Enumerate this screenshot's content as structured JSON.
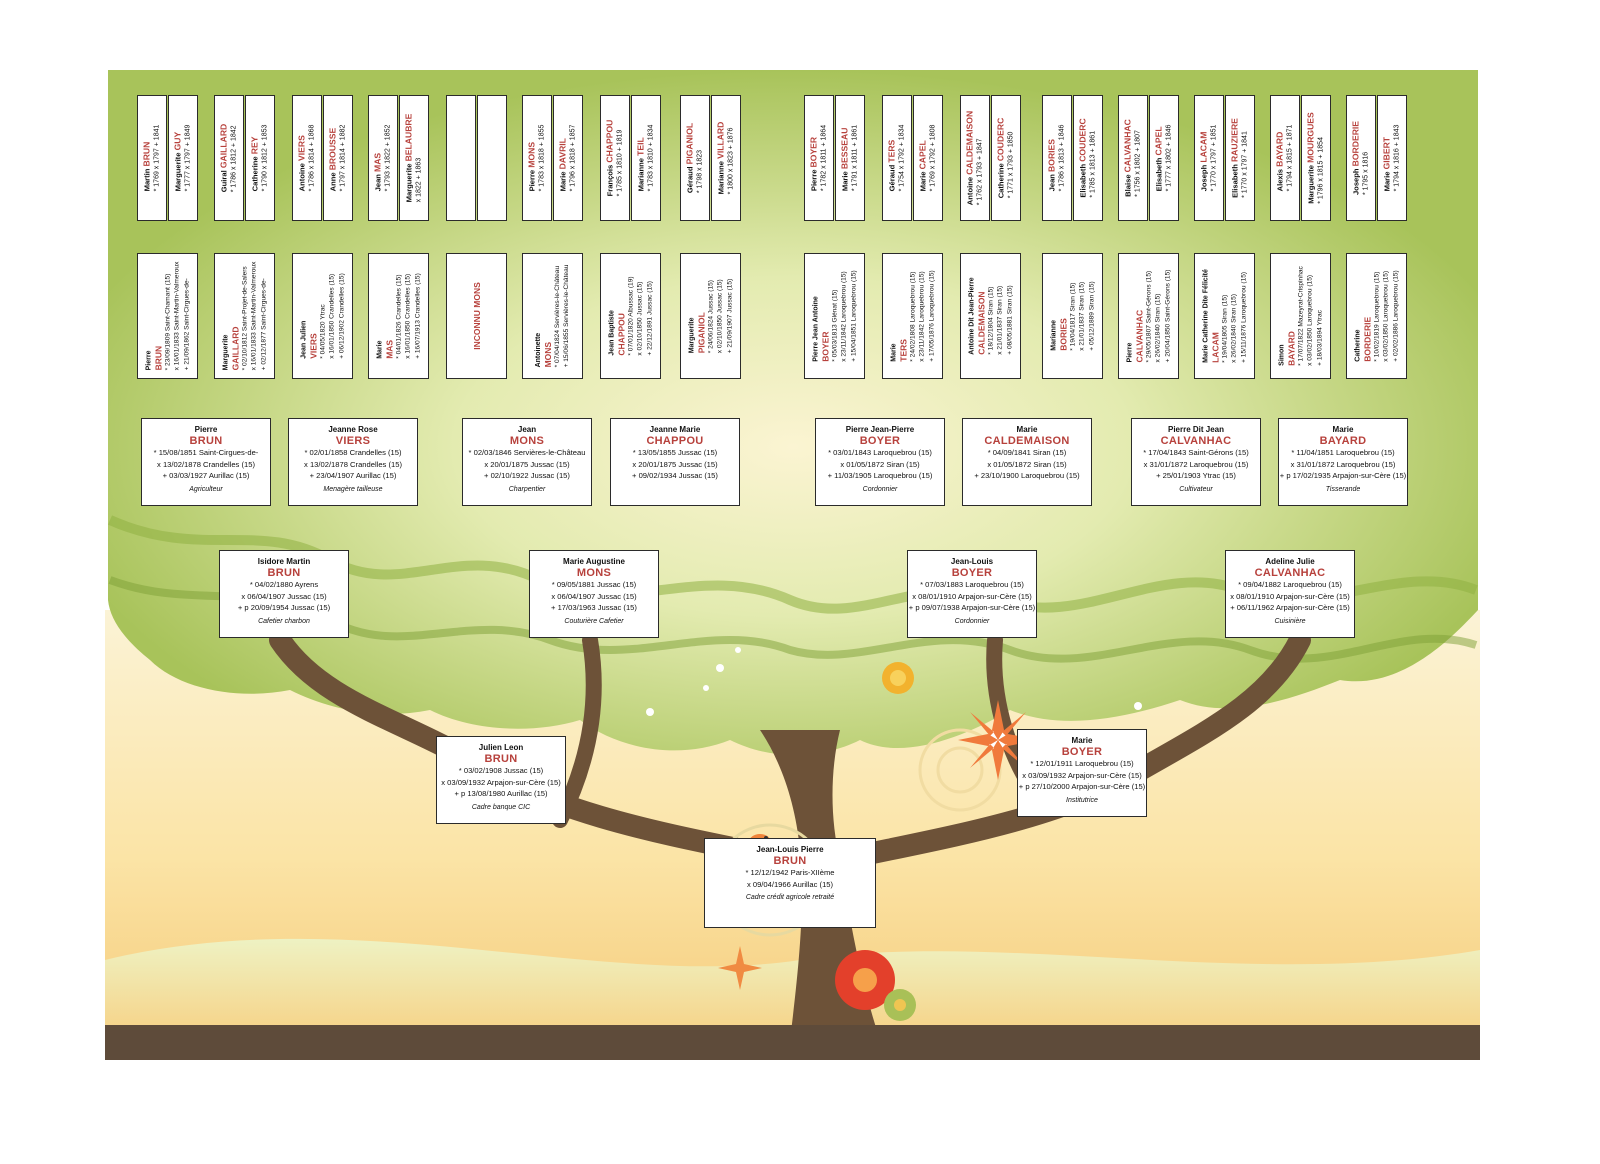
{
  "gen0": [
    {
      "first": "Jean-Louis Pierre",
      "surname": "BRUN",
      "events": [
        "* 12/12/1942 Paris-XIIème",
        "x 09/04/1966 Aurillac (15)"
      ],
      "job": "Cadre crédit agricole retraité"
    }
  ],
  "gen1": [
    {
      "first": "Julien Leon",
      "surname": "BRUN",
      "events": [
        "* 03/02/1908 Jussac (15)",
        "x 03/09/1932 Arpajon-sur-Cère (15)",
        "+ p 13/08/1980 Aurillac (15)"
      ],
      "job": "Cadre banque CIC"
    },
    {
      "first": "Marie",
      "surname": "BOYER",
      "events": [
        "* 12/01/1911 Laroquebrou (15)",
        "x 03/09/1932 Arpajon-sur-Cère (15)",
        "+ p 27/10/2000 Arpajon-sur-Cère (15)"
      ],
      "job": "Institutrice"
    }
  ],
  "gen2": [
    {
      "first": "Isidore Martin",
      "surname": "BRUN",
      "events": [
        "* 04/02/1880 Ayrens",
        "x 06/04/1907 Jussac (15)",
        "+ p 20/09/1954 Jussac (15)"
      ],
      "job": "Cafetier charbon"
    },
    {
      "first": "Marie Augustine",
      "surname": "MONS",
      "events": [
        "* 09/05/1881 Jussac (15)",
        "x 06/04/1907 Jussac (15)",
        "+ 17/03/1963 Jussac (15)"
      ],
      "job": "Couturière Cafetier"
    },
    {
      "first": "Jean-Louis",
      "surname": "BOYER",
      "events": [
        "* 07/03/1883 Laroquebrou (15)",
        "x 08/01/1910 Arpajon-sur-Cère (15)",
        "+ p 09/07/1938 Arpajon-sur-Cère (15)"
      ],
      "job": "Cordonnier"
    },
    {
      "first": "Adeline Julie",
      "surname": "CALVANHAC",
      "events": [
        "* 09/04/1882 Laroquebrou (15)",
        "x 08/01/1910 Arpajon-sur-Cère (15)",
        "+ 06/11/1962 Arpajon-sur-Cère (15)"
      ],
      "job": "Cuisinière"
    }
  ],
  "gen3": [
    {
      "first": "Pierre",
      "surname": "BRUN",
      "events": [
        "* 15/08/1851 Saint-Cirgues-de-",
        "x 13/02/1878 Crandelles (15)",
        "+ 03/03/1927 Aurillac (15)"
      ],
      "job": "Agriculteur"
    },
    {
      "first": "Jeanne Rose",
      "surname": "VIERS",
      "events": [
        "* 02/01/1858 Crandelles (15)",
        "x 13/02/1878 Crandelles (15)",
        "+ 23/04/1907 Aurillac (15)"
      ],
      "job": "Menagère tailleuse"
    },
    {
      "first": "Jean",
      "surname": "MONS",
      "events": [
        "* 02/03/1846 Servières-le-Château",
        "x 20/01/1875 Jussac (15)",
        "+ 02/10/1922 Jussac (15)"
      ],
      "job": "Charpentier"
    },
    {
      "first": "Jeanne Marie",
      "surname": "CHAPPOU",
      "events": [
        "* 13/05/1855 Jussac (15)",
        "x 20/01/1875 Jussac (15)",
        "+ 09/02/1934 Jussac (15)"
      ],
      "job": ""
    },
    {
      "first": "Pierre Jean-Pierre",
      "surname": "BOYER",
      "events": [
        "* 03/01/1843 Laroquebrou (15)",
        "x 01/05/1872 Siran (15)",
        "+ 11/03/1905 Laroquebrou (15)"
      ],
      "job": "Cordonnier"
    },
    {
      "first": "Marie",
      "surname": "CALDEMAISON",
      "events": [
        "* 04/09/1841 Siran (15)",
        "x 01/05/1872 Siran (15)",
        "+ 23/10/1900 Laroquebrou (15)"
      ],
      "job": ""
    },
    {
      "first": "Pierre Dit Jean",
      "surname": "CALVANHAC",
      "events": [
        "* 17/04/1843 Saint-Gérons (15)",
        "x 31/01/1872 Laroquebrou (15)",
        "+ 25/01/1903 Ytrac (15)"
      ],
      "job": "Cultivateur"
    },
    {
      "first": "Marie",
      "surname": "BAYARD",
      "events": [
        "* 11/04/1851 Laroquebrou (15)",
        "x 31/01/1872 Laroquebrou (15)",
        "+ p 17/02/1935 Arpajon-sur-Cère (15)"
      ],
      "job": "Tisserande"
    }
  ],
  "gen4": [
    {
      "first": "Pierre",
      "surname": "BRUN",
      "events": [
        "* 23/09/1809 Saint-Chamant (15)",
        "x 16/01/1833 Saint-Martin-Valmeroux",
        "+ 21/09/1862 Saint-Cirgues-de-"
      ]
    },
    {
      "first": "Marguerite",
      "surname": "GAILLARD",
      "events": [
        "* 02/10/1812 Saint-Projet-de-Salers",
        "x 16/01/1833 Saint-Martin-Valmeroux",
        "+ 02/12/1877 Saint-Cirgues-de-"
      ]
    },
    {
      "first": "Jean Julien",
      "surname": "VIERS",
      "events": [
        "* 04/05/1820 Ytrac",
        "x 16/01/1850 Crandelles (15)",
        "+ 06/12/1902 Crandelles (15)"
      ]
    },
    {
      "first": "Marie",
      "surname": "MAS",
      "events": [
        "* 04/01/1826 Crandelles (15)",
        "x 16/01/1850 Crandelles (15)",
        "+ 16/07/1913 Crandelles (15)"
      ]
    },
    {
      "unknown": "INCONNU MONS"
    },
    {
      "first": "Antoinette",
      "surname": "MONS",
      "events": [
        "* 07/04/1824 Servières-le-Château",
        "",
        "+ 15/06/1855 Servières-le-Château"
      ]
    },
    {
      "first": "Jean Baptiste",
      "surname": "CHAPPOU",
      "events": [
        "* 07/01/1820 Albussac (19)",
        "x 02/10/1850 Jussac (15)",
        "+ 22/12/1891 Jussac (15)"
      ]
    },
    {
      "first": "Marguerite",
      "surname": "PIGANIOL",
      "events": [
        "* 24/06/1824 Jussac (15)",
        "x 02/10/1850 Jussac (15)",
        "+ 21/09/1907 Jussac (15)"
      ]
    },
    {
      "first": "Pierre Jean Antoine",
      "surname": "BOYER",
      "events": [
        "* 05/03/1813 Glénat (15)",
        "x 23/11/1842 Laroquebrou (15)",
        "+ 15/04/1851 Laroquebrou (15)"
      ]
    },
    {
      "first": "Marie",
      "surname": "TERS",
      "events": [
        "* 24/02/1808 Laroquebrou (15)",
        "x 23/11/1842 Laroquebrou (15)",
        "+ 17/05/1876 Laroquebrou (15)"
      ]
    },
    {
      "first": "Antoine Dit Jean-Pierre",
      "surname": "CALDEMAISON",
      "events": [
        "* 18/12/1804 Siran (15)",
        "x 21/01/1837 Siran (15)",
        "+ 08/05/1881 Siran (15)"
      ]
    },
    {
      "first": "Marianne",
      "surname": "BORIES",
      "events": [
        "* 19/04/1817 Siran (15)",
        "x 21/01/1837 Siran (15)",
        "+ 05/12/1889 Siran (15)"
      ]
    },
    {
      "first": "Pierre",
      "surname": "CALVANHAC",
      "events": [
        "* 29/05/1807 Saint-Gérons (15)",
        "x 26/02/1840 Siran (15)",
        "+ 20/04/1850 Saint-Gérons (15)"
      ]
    },
    {
      "first": "Marie Catherine Dite Félicité",
      "surname": "LACAM",
      "events": [
        "* 19/04/1805 Siran (15)",
        "x 26/02/1840 Siran (15)",
        "+ 15/11/1876 Laroquebrou (15)"
      ]
    },
    {
      "first": "Simon",
      "surname": "BAYARD",
      "events": [
        "* 17/07/1822 Mazeyrat-Crispinhac",
        "x 03/02/1850 Laroquebrou (15)",
        "+ 18/03/1894 Ytrac"
      ]
    },
    {
      "first": "Catherine",
      "surname": "BORDERIE",
      "events": [
        "* 10/02/1819 Laroquebrou (15)",
        "x 03/02/1850 Laroquebrou (15)",
        "+ 02/02/1886 Laroquebrou (15)"
      ]
    }
  ],
  "gen5": [
    {
      "first": "Martin",
      "surname": "BRUN",
      "dates": "* 1769 x 1797 + 1841"
    },
    {
      "first": "Marguerite",
      "surname": "GUY",
      "dates": "* 1777 x 1797 + 1849"
    },
    {
      "first": "Guiral",
      "surname": "GAILLARD",
      "dates": "* 1786 x 1812 + 1842"
    },
    {
      "first": "Catherine",
      "surname": "REY",
      "dates": "* 1790 x 1812 + 1853"
    },
    {
      "first": "Antoine",
      "surname": "VIERS",
      "dates": "* 1786 x 1814 + 1868"
    },
    {
      "first": "Anne",
      "surname": "BROUSSE",
      "dates": "* 1797 x 1814 + 1882"
    },
    {
      "first": "Jean",
      "surname": "MAS",
      "dates": "* 1793 x 1822 + 1852"
    },
    {
      "first": "Marguerite",
      "surname": "BELAUBRE",
      "dates": "x 1822 + 1863"
    },
    {
      "first": "",
      "surname": "",
      "dates": ""
    },
    {
      "first": "",
      "surname": "",
      "dates": ""
    },
    {
      "first": "Pierre",
      "surname": "MONS",
      "dates": "* 1783 x 1818 + 1855"
    },
    {
      "first": "Marie",
      "surname": "DAVRIL",
      "dates": "* 1796 x 1818 + 1857"
    },
    {
      "first": "François",
      "surname": "CHAPPOU",
      "dates": "* 1785 x 1810 + 1819"
    },
    {
      "first": "Marianne",
      "surname": "TEIL",
      "dates": "* 1783 x 1810 + 1834"
    },
    {
      "first": "Géraud",
      "surname": "PIGANIOL",
      "dates": "* 1798 x 1823"
    },
    {
      "first": "Marianne",
      "surname": "VILLARD",
      "dates": "* 1800 x 1823 + 1876"
    },
    {
      "first": "Pierre",
      "surname": "BOYER",
      "dates": "* 1782 x 1811 + 1864"
    },
    {
      "first": "Marie",
      "surname": "BESSEAU",
      "dates": "* 1791 x 1811 + 1861"
    },
    {
      "first": "Géraud",
      "surname": "TERS",
      "dates": "* 1754 x 1792 + 1834"
    },
    {
      "first": "Marie",
      "surname": "CAPEL",
      "dates": "* 1769 x 1792 + 1808"
    },
    {
      "first": "Antoine",
      "surname": "CALDEMAISON",
      "dates": "* 1762 x 1793 + 1847"
    },
    {
      "first": "Catherine",
      "surname": "COUDERC",
      "dates": "* 1771 x 1793 + 1850"
    },
    {
      "first": "Jean",
      "surname": "BORIES",
      "dates": "* 1786 x 1813 + 1846"
    },
    {
      "first": "Elisabeth",
      "surname": "COUDERC",
      "dates": "* 1785 x 1813 + 1861"
    },
    {
      "first": "Blaise",
      "surname": "CALVANHAC",
      "dates": "* 1756 x 1802 + 1807"
    },
    {
      "first": "Elisabeth",
      "surname": "CAPEL",
      "dates": "* 1777 x 1802 + 1846"
    },
    {
      "first": "Joseph",
      "surname": "LACAM",
      "dates": "* 1770 x 1797 + 1851"
    },
    {
      "first": "Elisabeth",
      "surname": "RAUZIERE",
      "dates": "* 1770 x 1797 + 1841"
    },
    {
      "first": "Alexis",
      "surname": "BAYARD",
      "dates": "* 1794 x 1815 + 1871"
    },
    {
      "first": "Marguerite",
      "surname": "MOURGUES",
      "dates": "* 1796 x 1815 + 1854"
    },
    {
      "first": "Joseph",
      "surname": "BORDERIE",
      "dates": "* 1795 x 1816"
    },
    {
      "first": "Marie",
      "surname": "GIBERT",
      "dates": "* 1794 x 1816 + 1843"
    }
  ],
  "colors": {
    "surname": "#b7413c",
    "foliage_light": "#c5d98a",
    "foliage": "#9fbc4e",
    "foliage_dark": "#7ea036",
    "trunk": "#6d5238",
    "ground": "#5e4b3a"
  }
}
